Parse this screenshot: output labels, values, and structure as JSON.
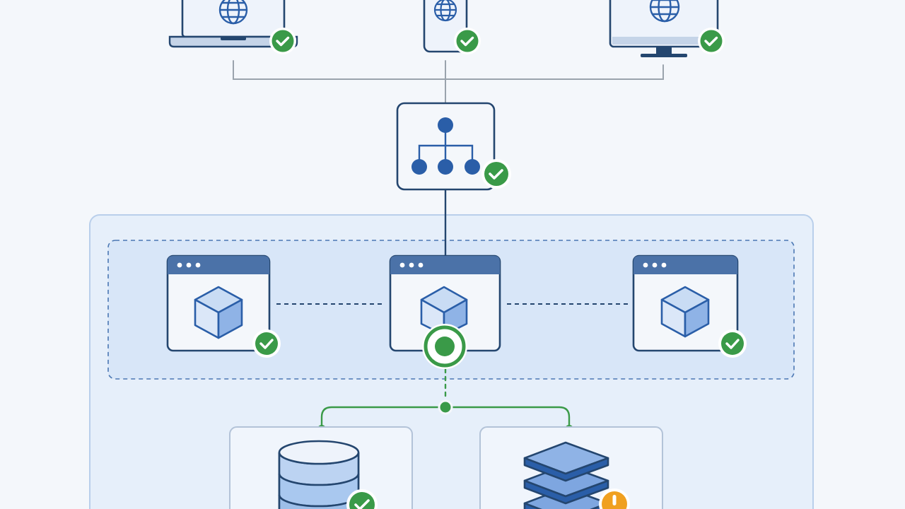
{
  "colors": {
    "background": "#f4f7fb",
    "primary_blue": "#2a5ea8",
    "dark_navy": "#24466f",
    "light_blue_fill": "#a9c8ef",
    "cluster_region_fill": "#e6effa",
    "service_group_fill": "#d8e6f8",
    "status_ok": "#3a9a48",
    "status_warning": "#f0a020",
    "connector_gray": "#9aa3ad",
    "connector_green": "#3a9a48"
  },
  "clients": [
    {
      "kind": "laptop",
      "icon": "globe-icon",
      "status": "ok"
    },
    {
      "kind": "phone",
      "icon": "globe-icon",
      "status": "ok"
    },
    {
      "kind": "desktop-monitor",
      "icon": "globe-icon",
      "status": "ok"
    }
  ],
  "load_balancer": {
    "icon": "hierarchy-icon",
    "status": "ok"
  },
  "service_instances": [
    {
      "icon": "cube-icon",
      "status": "ok"
    },
    {
      "icon": "cube-icon",
      "status": "active"
    },
    {
      "icon": "cube-icon",
      "status": "ok"
    }
  ],
  "data_stores": [
    {
      "kind": "database",
      "icon": "database-cylinder-icon",
      "status": "ok"
    },
    {
      "kind": "storage-stack",
      "icon": "layers-stack-icon",
      "status": "warning"
    }
  ]
}
